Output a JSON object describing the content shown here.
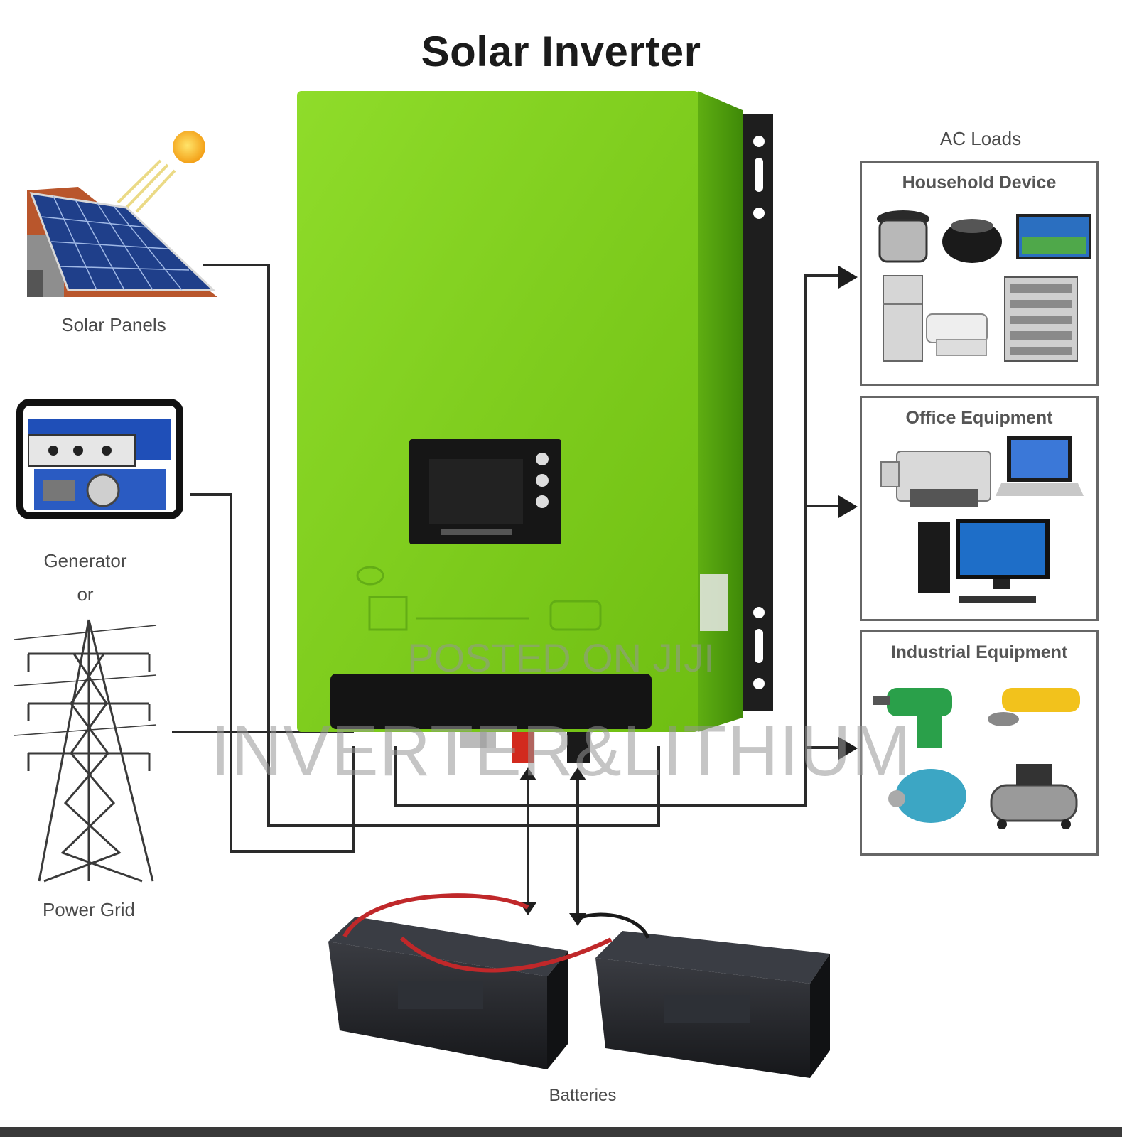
{
  "title": "Solar Inverter",
  "sources": {
    "solar": "Solar Panels",
    "generator": "Generator",
    "or": "or",
    "grid": "Power Grid"
  },
  "loads": {
    "heading": "AC Loads",
    "household": "Household Device",
    "office": "Office Equipment",
    "industrial": "Industrial Equipment"
  },
  "batteries": "Batteries",
  "watermark": {
    "line1": "POSTED ON JIJI",
    "line2": "INVERTER&LITHIUM"
  },
  "colors": {
    "inverter_body": "#7dcc1e",
    "inverter_side": "#4f9a0e",
    "bracket": "#1e1e1e",
    "wire": "#2a2a2a",
    "battery_cable": "#c0282a",
    "battery_body": "#222428"
  }
}
